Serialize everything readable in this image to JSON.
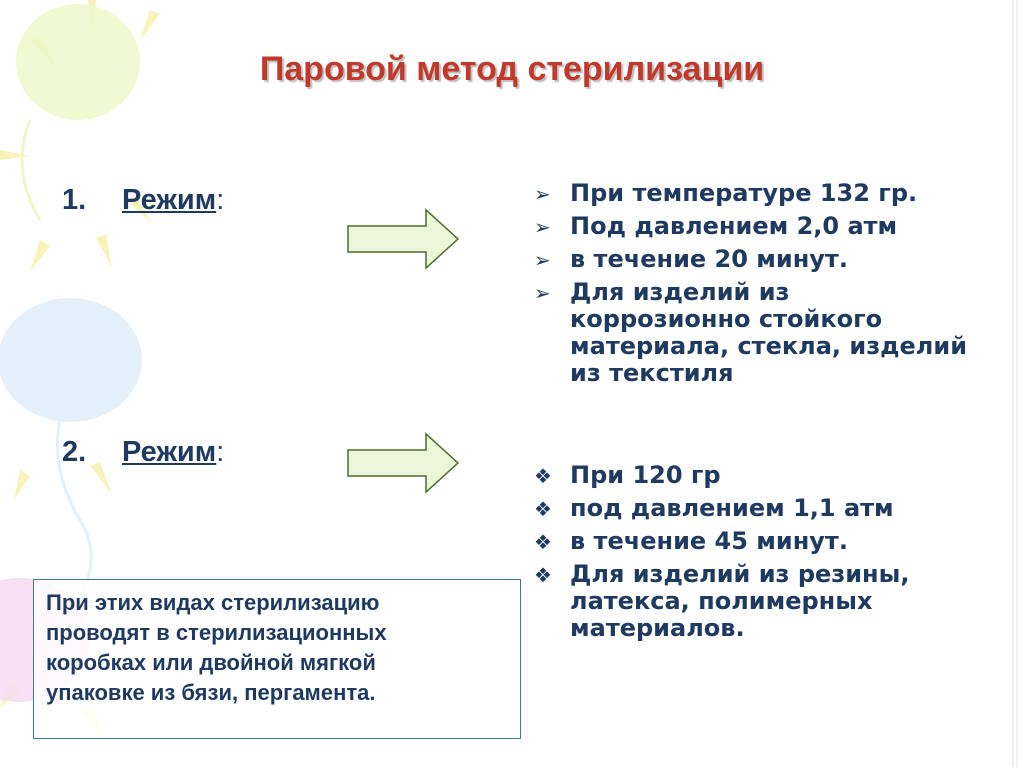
{
  "title": "Паровой метод стерилизации",
  "modes": [
    {
      "number": "1.",
      "label": "Режим",
      "colon": ":"
    },
    {
      "number": "2.",
      "label": "Режим",
      "colon": ":"
    }
  ],
  "mode1_items": [
    "При температуре 132 гр.",
    "Под давлением 2,0 атм",
    "в течение 20 минут.",
    "Для изделий из коррозионно стойкого материала, стекла, изделий из текстиля"
  ],
  "mode2_items": [
    "При 120 гр",
    "под давлением 1,1 атм",
    "в течение 45 минут.",
    "Для изделий из резины, латекса, полимерных материалов."
  ],
  "note_lines": [
    "При этих видах стерилизацию",
    "проводят в стерилизационных",
    "коробках или двойной мягкой",
    "упаковке из бязи, пергамента."
  ],
  "icons": {
    "mode1_bullet": "arrowhead-bullet-icon",
    "mode2_bullet": "diamond-bullet-icon",
    "arrow": "right-arrow-icon"
  },
  "colors": {
    "title": "#c0392b",
    "text": "#1f3a60",
    "arrow_fill": "#ebf7d9",
    "arrow_stroke": "#4d6b2b",
    "note_border": "#3c7a8c"
  }
}
